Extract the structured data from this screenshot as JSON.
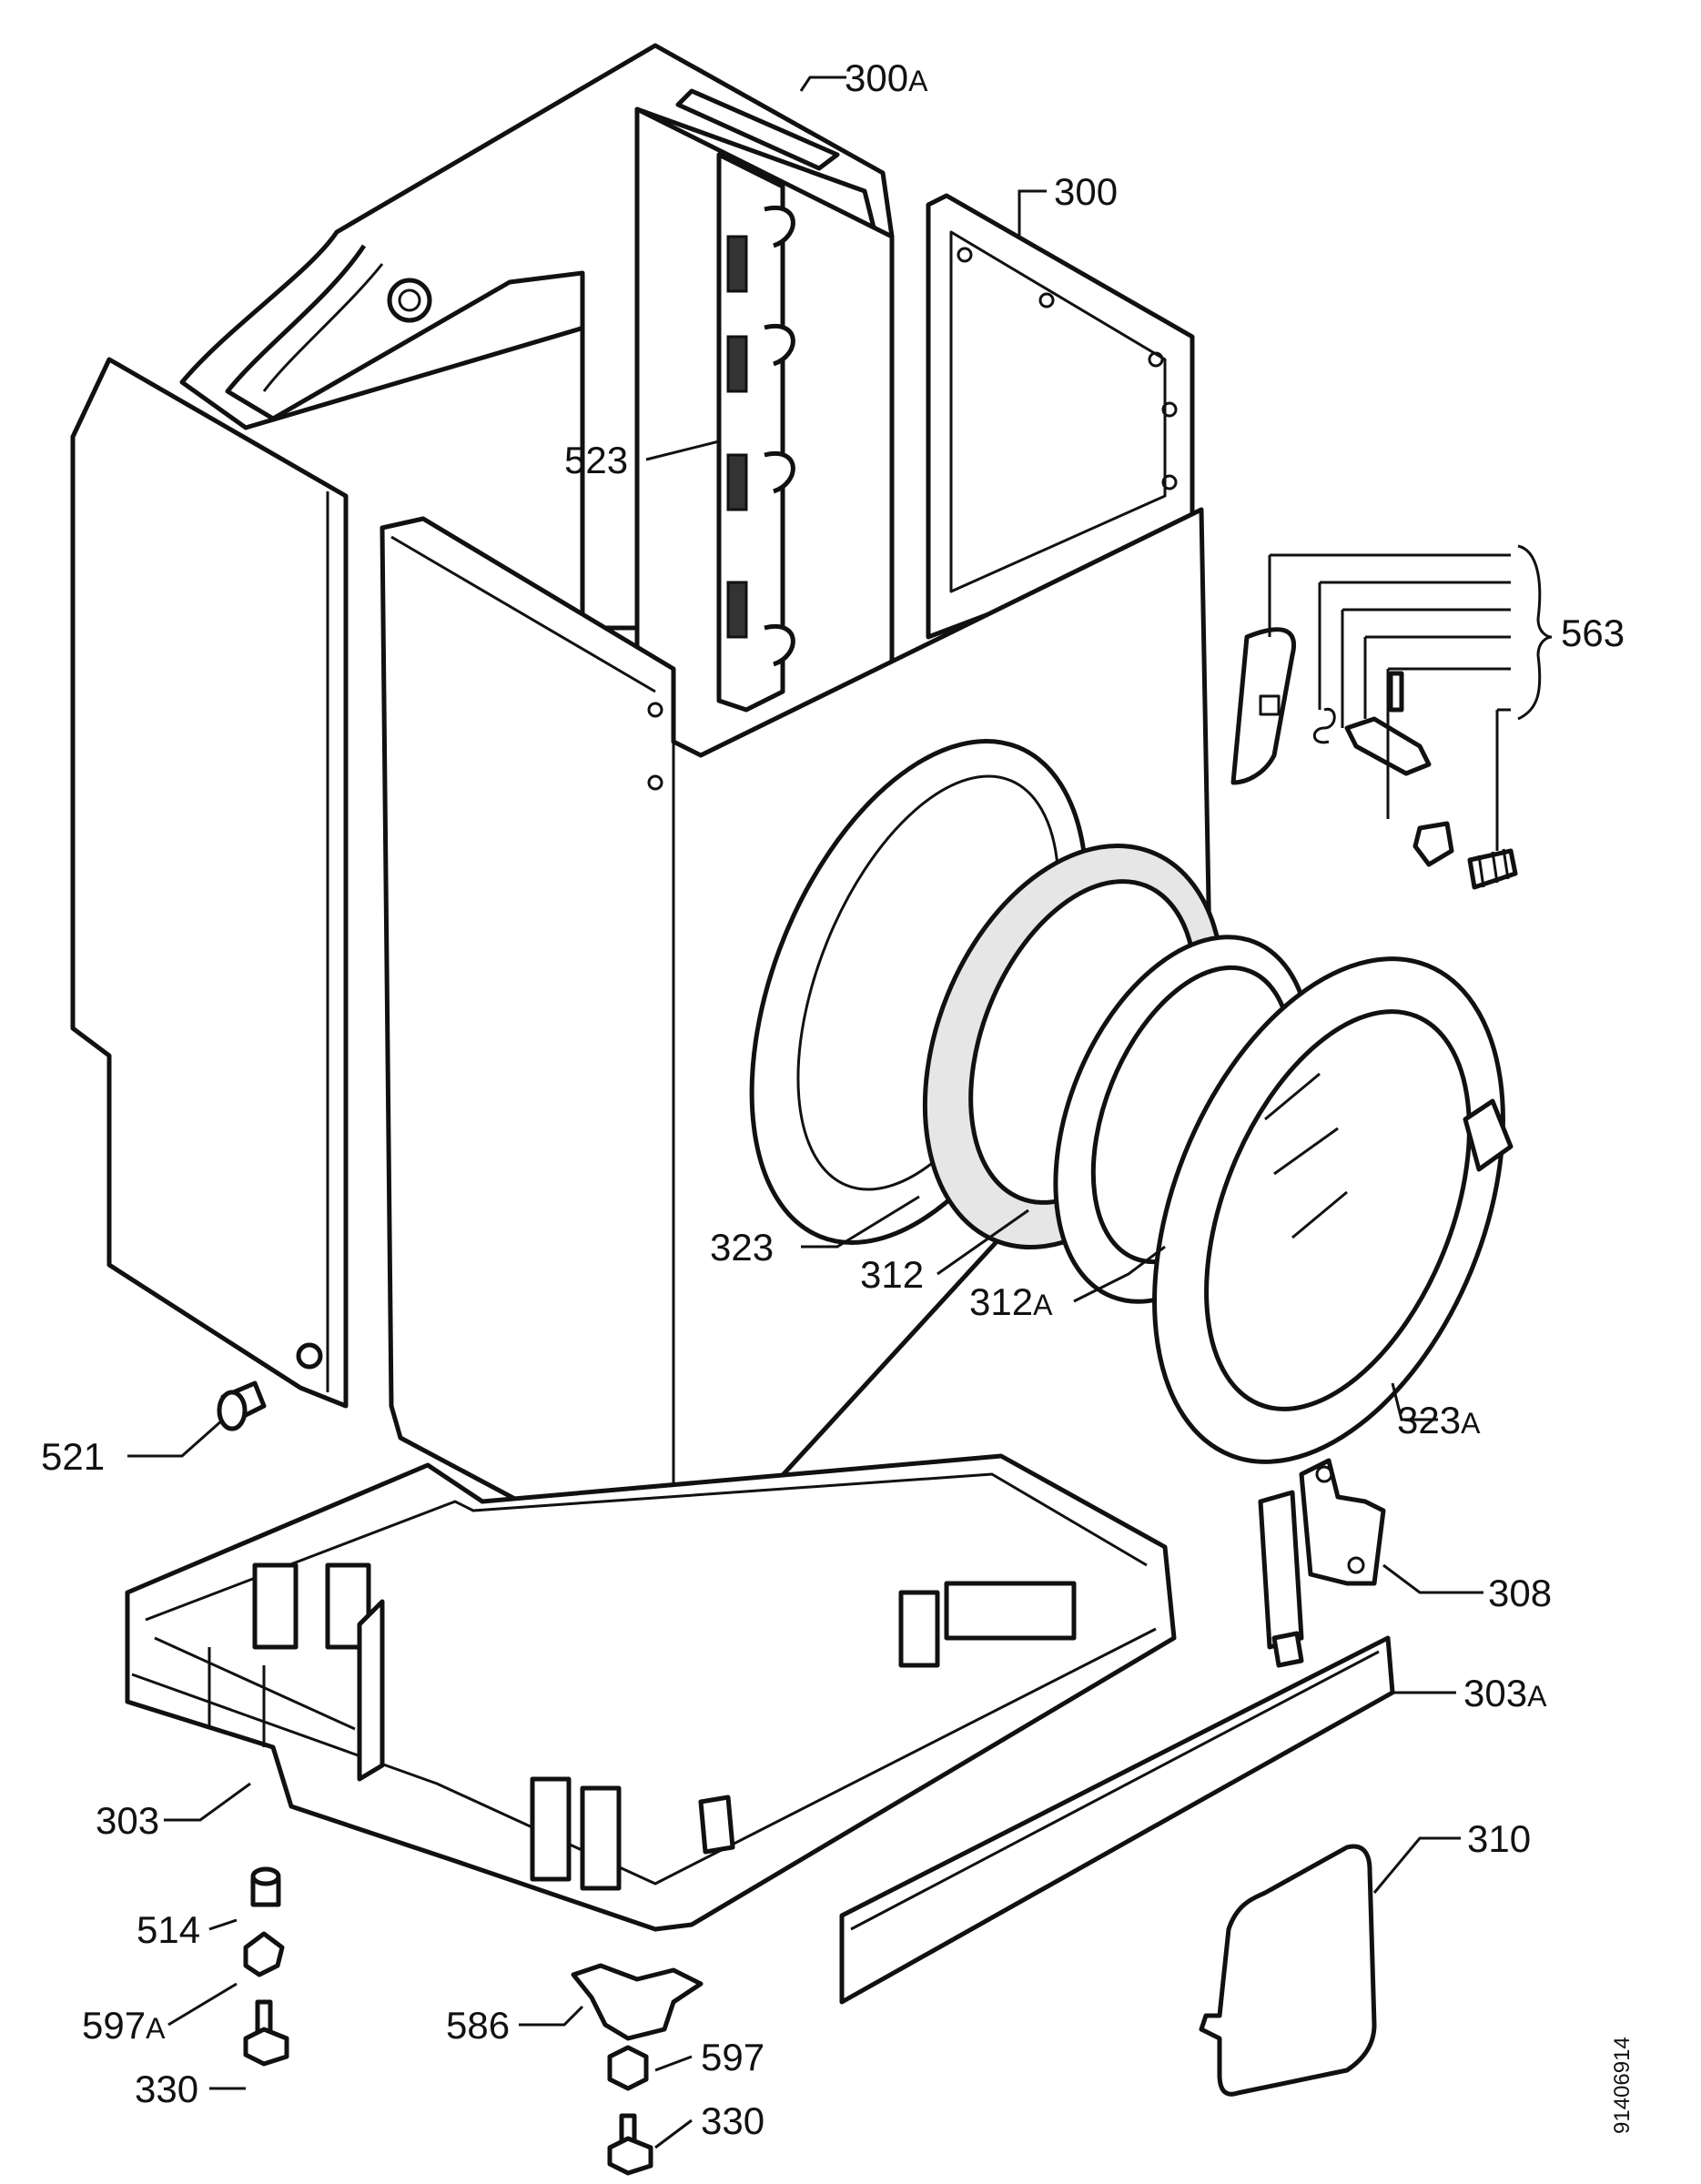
{
  "labels": {
    "l300a": {
      "num": "300",
      "suffix": "A"
    },
    "l300": {
      "num": "300",
      "suffix": ""
    },
    "l523": {
      "num": "523",
      "suffix": ""
    },
    "l563": {
      "num": "563",
      "suffix": ""
    },
    "l323": {
      "num": "323",
      "suffix": ""
    },
    "l312": {
      "num": "312",
      "suffix": ""
    },
    "l312a": {
      "num": "312",
      "suffix": "A"
    },
    "l323a": {
      "num": "323",
      "suffix": "A"
    },
    "l521": {
      "num": "521",
      "suffix": ""
    },
    "l308": {
      "num": "308",
      "suffix": ""
    },
    "l303a": {
      "num": "303",
      "suffix": "A"
    },
    "l303": {
      "num": "303",
      "suffix": ""
    },
    "l310": {
      "num": "310",
      "suffix": ""
    },
    "l514": {
      "num": "514",
      "suffix": ""
    },
    "l597a": {
      "num": "597",
      "suffix": "A"
    },
    "l586": {
      "num": "586",
      "suffix": ""
    },
    "l597": {
      "num": "597",
      "suffix": ""
    },
    "l330a": {
      "num": "330",
      "suffix": ""
    },
    "l330b": {
      "num": "330",
      "suffix": ""
    }
  },
  "drawing_code": "91406914"
}
